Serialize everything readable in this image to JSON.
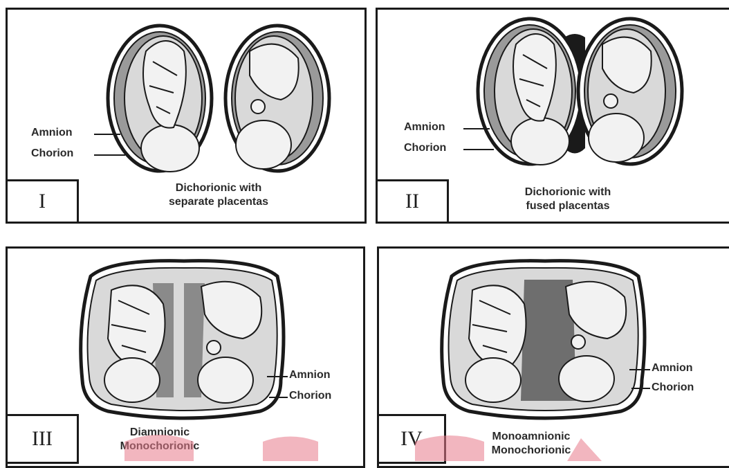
{
  "panels": [
    {
      "numeral": "I",
      "caption_line1": "Dichorionic with",
      "caption_line2": "separate placentas",
      "amnion": "Amnion",
      "chorion": "Chorion"
    },
    {
      "numeral": "II",
      "caption_line1": "Dichorionic with",
      "caption_line2": "fused placentas",
      "amnion": "Amnion",
      "chorion": "Chorion"
    },
    {
      "numeral": "III",
      "caption_line1": "Diamnionic",
      "caption_line2": "Monochorionic",
      "amnion": "Amnion",
      "chorion": "Chorion"
    },
    {
      "numeral": "IV",
      "caption_line1": "Monoamnionic",
      "caption_line2": "Monochorionic",
      "amnion": "Amnion",
      "chorion": "Chorion"
    }
  ],
  "colors": {
    "border": "#1a1a1a",
    "fluid": "#d8d8d8",
    "membrane": "#8a8a8a",
    "fetus": "#f2f2f2",
    "watermark": "#e87a8a"
  }
}
